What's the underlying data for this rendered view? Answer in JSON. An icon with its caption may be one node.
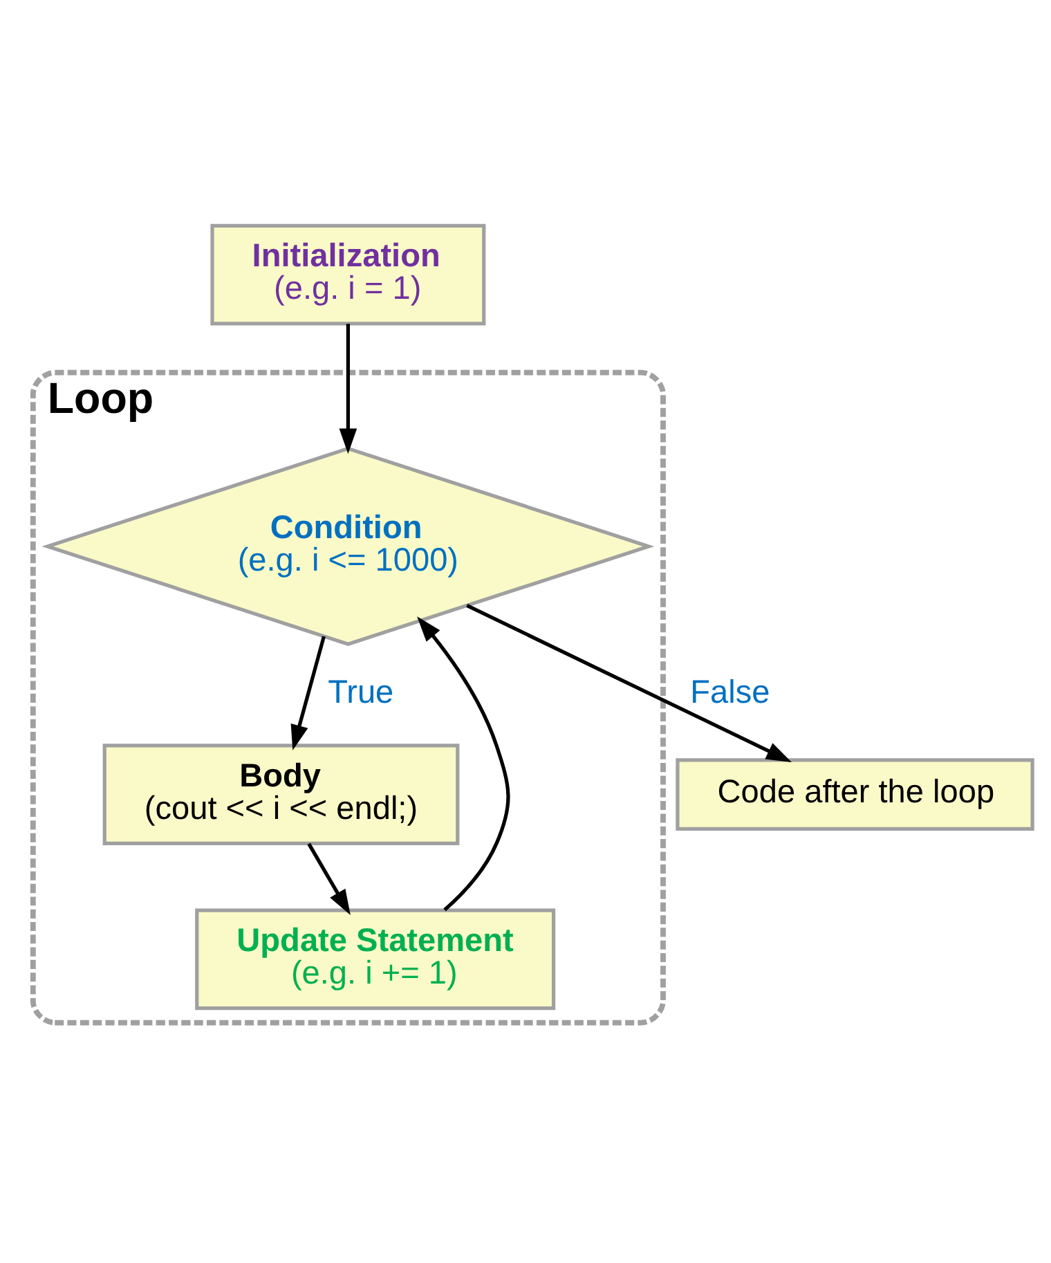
{
  "diagram": {
    "nodes": [
      {
        "text": [
          "Initialization",
          "(e.g. i = 1)"
        ]
      },
      {
        "text": [
          "Loop"
        ]
      },
      {
        "text": [
          "Condition",
          "(e.g. i <= 1000)"
        ],
        "in": 1
      },
      {
        "text": [
          "Body",
          "(cout << i << endl;)"
        ],
        "in": 1
      },
      {
        "text": [
          "Update Statement",
          "(e.g. i += 1)"
        ],
        "in": 1
      },
      {
        "text": [
          "Code after the loop"
        ]
      }
    ],
    "edges": [
      {
        "from": 0,
        "to": 2,
        "arrow": "to"
      },
      {
        "from": 2,
        "to": 3,
        "arrow": "to",
        "label": "True"
      },
      {
        "from": 3,
        "to": 4,
        "arrow": "to"
      },
      {
        "from": 4,
        "to": 2,
        "arrow": "to"
      },
      {
        "from": 2,
        "to": 5,
        "arrow": "to",
        "label": "False"
      }
    ]
  }
}
